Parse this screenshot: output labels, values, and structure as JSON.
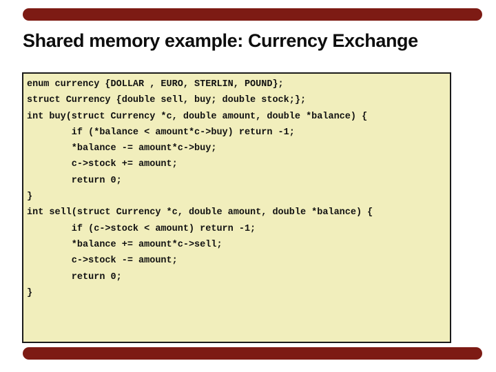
{
  "slide": {
    "title": "Shared memory example: Currency Exchange",
    "accent_color": "#7d1b14",
    "code_box": {
      "background": "#f1eebc",
      "border_color": "#1a1a1a",
      "lines": [
        "enum currency {DOLLAR , EURO, STERLIN, POUND};",
        "struct Currency {double sell, buy; double stock;};",
        "int buy(struct Currency *c, double amount, double *balance) {",
        "        if (*balance < amount*c->buy) return -1;",
        "        *balance -= amount*c->buy;",
        "        c->stock += amount;",
        "        return 0;",
        "}",
        "int sell(struct Currency *c, double amount, double *balance) {",
        "        if (c->stock < amount) return -1;",
        "        *balance += amount*c->sell;",
        "        c->stock -= amount;",
        "        return 0;",
        "}"
      ]
    }
  }
}
